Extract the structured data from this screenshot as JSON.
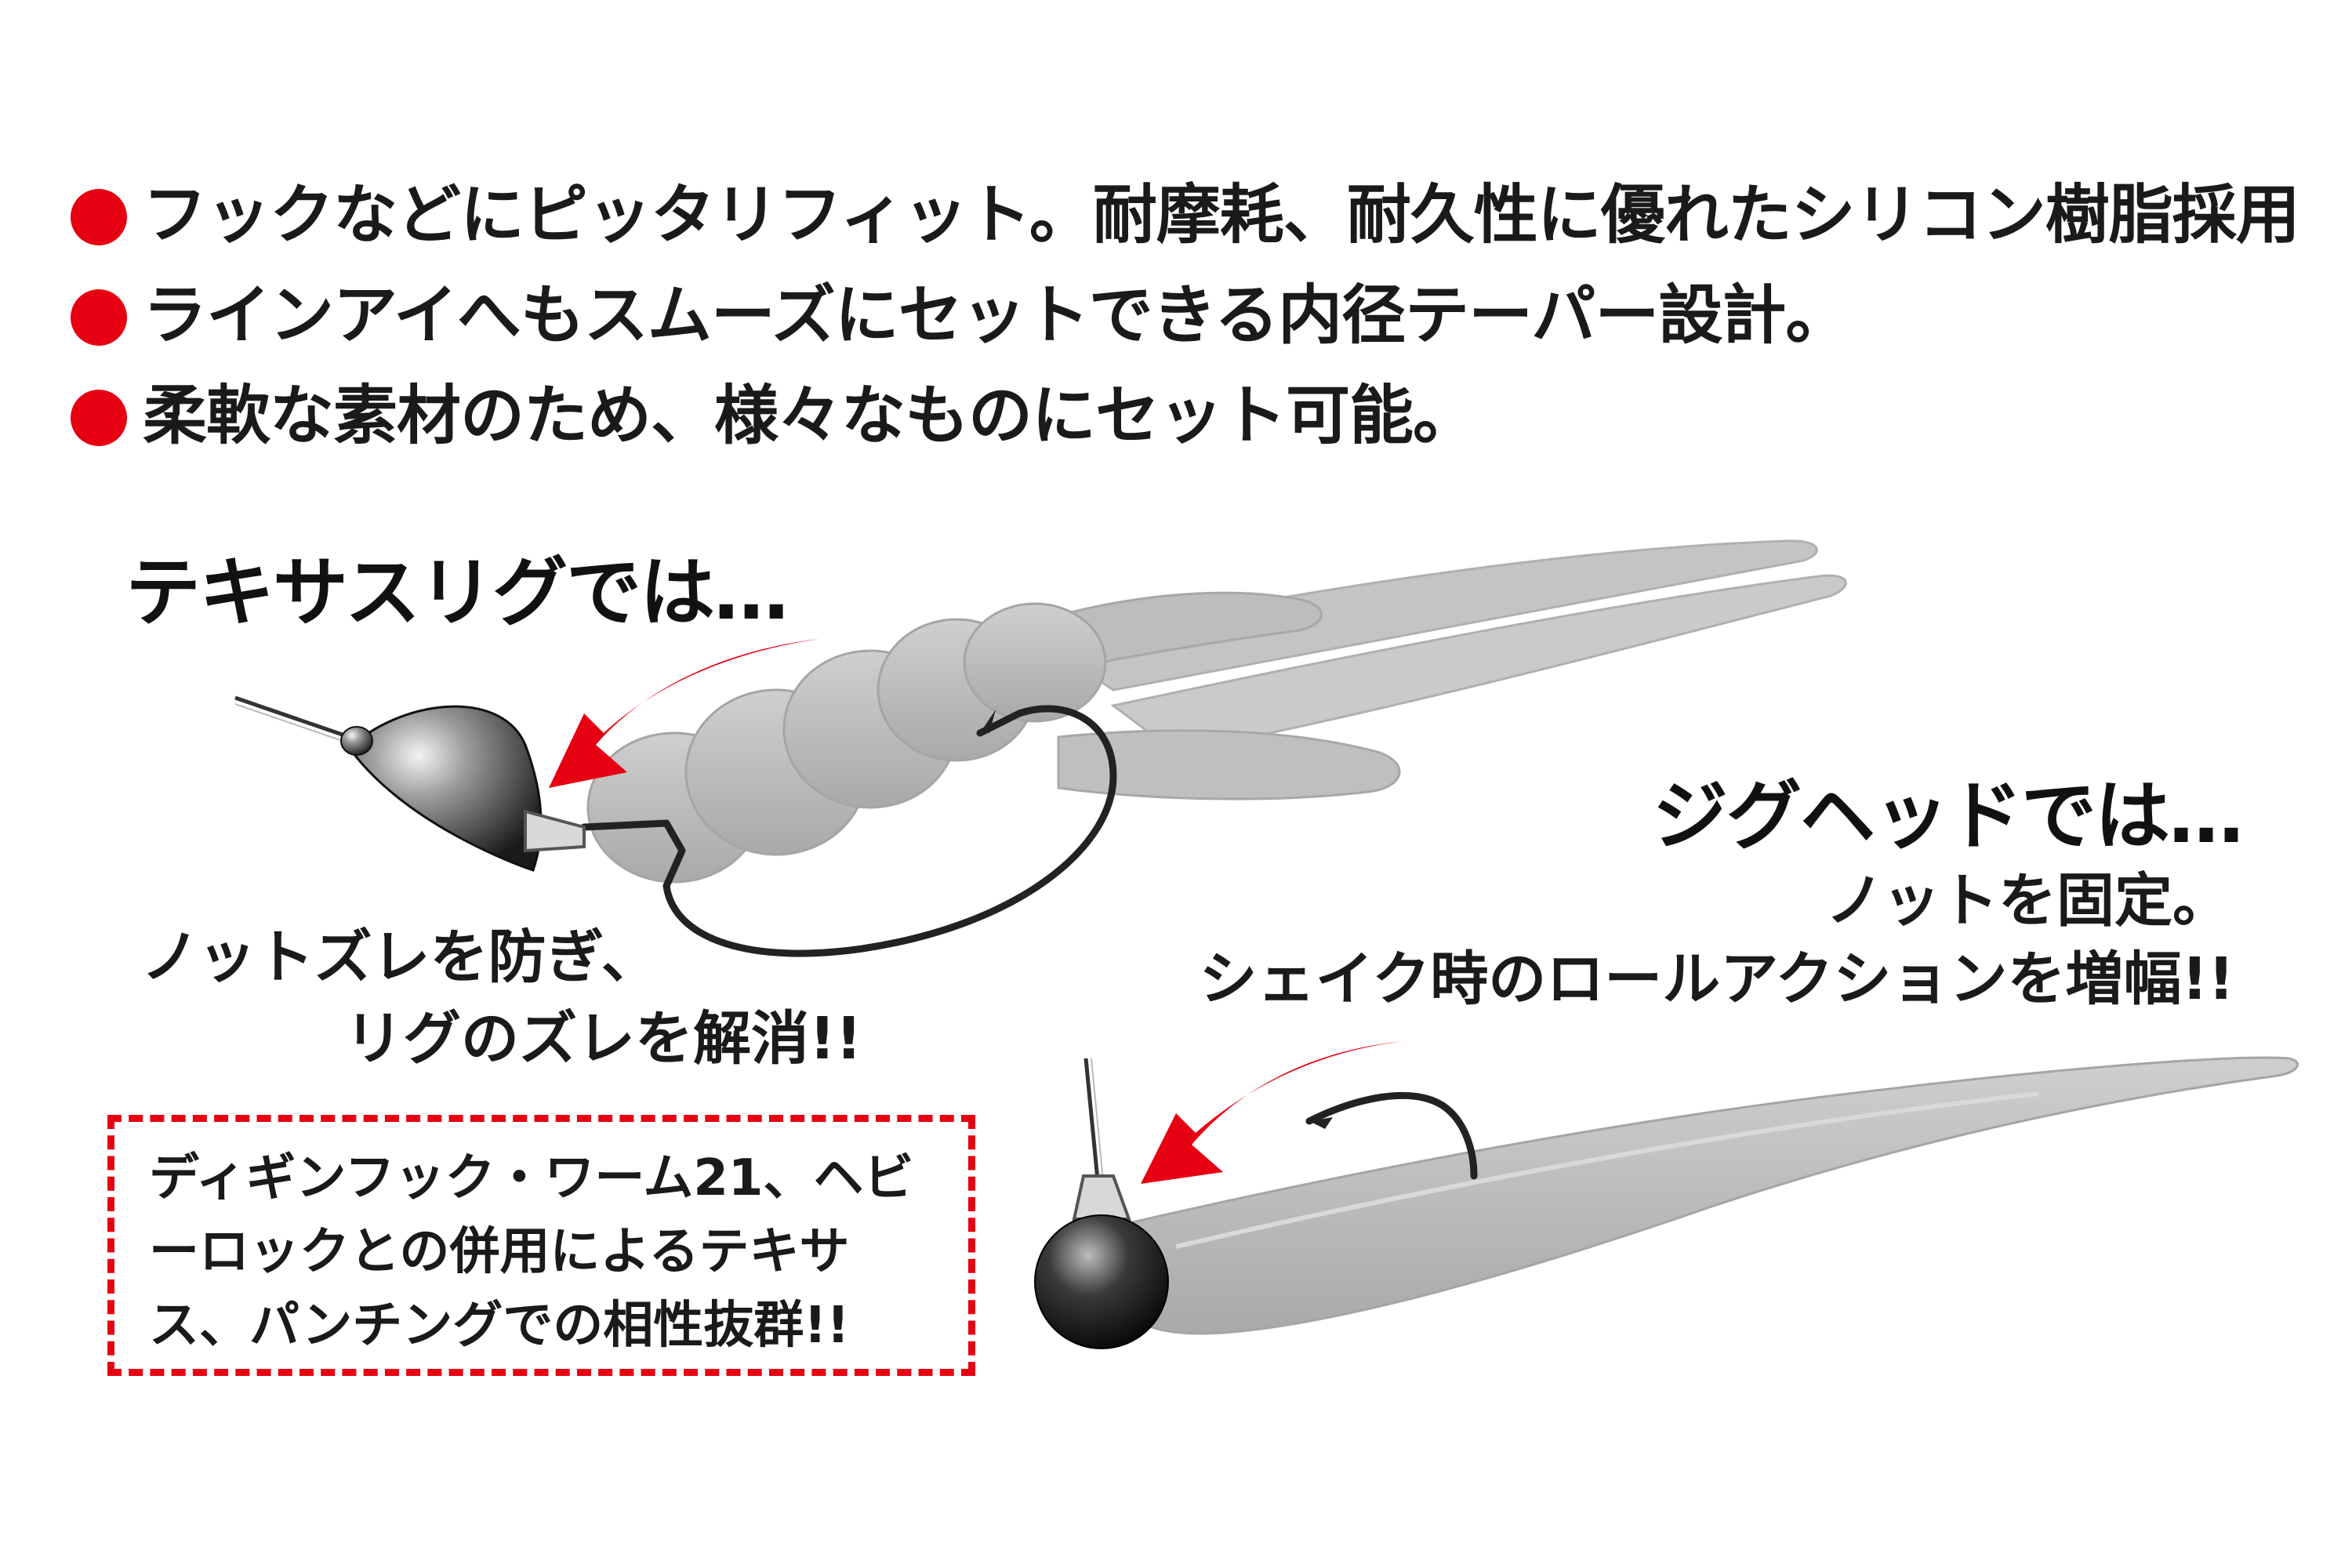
{
  "colors": {
    "accent": "#e60012",
    "text": "#1a1a1a",
    "lure_fill": "#b9b9b9",
    "hook": "#222222"
  },
  "bullets": [
    "フックなどにピッタリフィット。耐摩耗、耐久性に優れたシリコン樹脂採用",
    "ラインアイへもスムーズにセットできる内径テーパー設計。",
    "柔軟な素材のため、様々なものにセット可能。"
  ],
  "texas": {
    "heading": "テキサスリグでは…",
    "caption_line1": "ノットズレを防ぎ、",
    "caption_line2": "リグのズレを解消!!"
  },
  "jighead": {
    "heading": "ジグヘッドでは…",
    "caption_line1": "ノットを固定。",
    "caption_line2": "シェイク時のロールアクションを増幅!!"
  },
  "note": {
    "line1": "ディギンフック・ワーム21、ヘビ",
    "line2": "ーロックとの併用によるテキサ",
    "line3": "ス、パンチングでの相性抜群!!"
  },
  "icons": {
    "bullet": "red-dot-icon",
    "arrow": "red-swoosh-arrow-icon"
  }
}
